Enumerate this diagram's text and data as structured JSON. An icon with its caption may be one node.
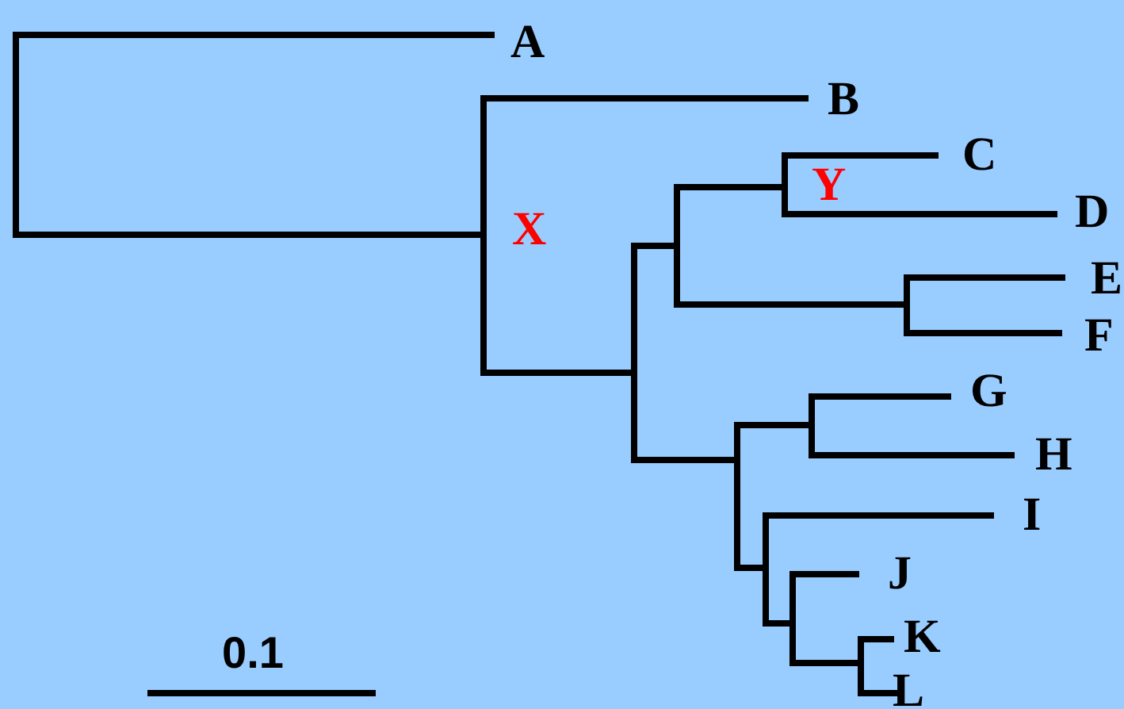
{
  "diagram": {
    "labels": [
      "A",
      "B",
      "C",
      "Y",
      "D",
      "X",
      "E",
      "F",
      "G",
      "H",
      "I",
      "J",
      "K",
      "L",
      "0.1"
    ]
  }
}
